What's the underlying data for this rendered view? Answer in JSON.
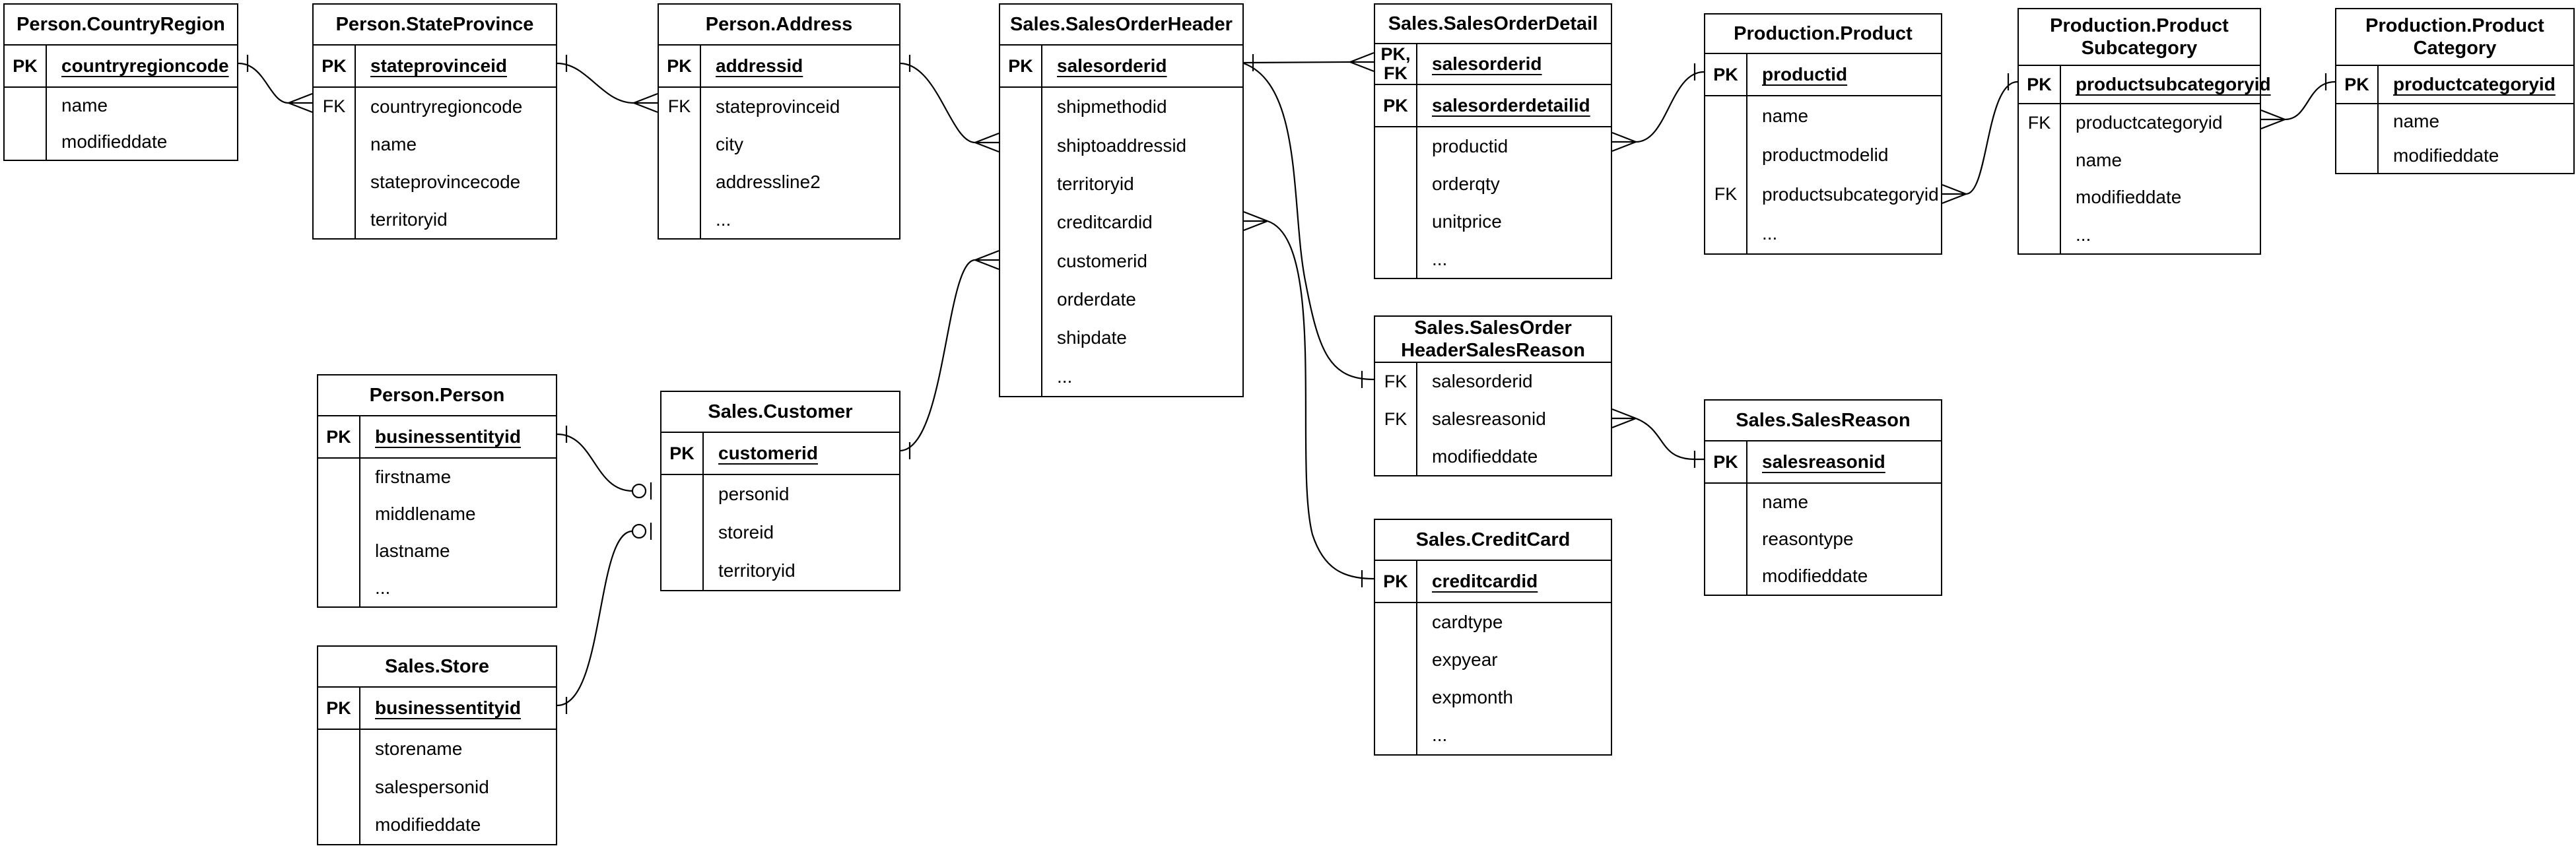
{
  "diagram": {
    "background_color": "#ffffff",
    "line_color": "#000000",
    "tables": {
      "countryregion": {
        "title": "Person.CountryRegion",
        "keys": [
          {
            "label": "PK",
            "field": "countryregioncode"
          }
        ],
        "fields": [
          {
            "label": "",
            "field": "name"
          },
          {
            "label": "",
            "field": "modifieddate"
          }
        ]
      },
      "stateprovince": {
        "title": "Person.StateProvince",
        "keys": [
          {
            "label": "PK",
            "field": "stateprovinceid"
          }
        ],
        "fields": [
          {
            "label": "FK",
            "field": "countryregioncode"
          },
          {
            "label": "",
            "field": "name"
          },
          {
            "label": "",
            "field": "stateprovincecode"
          },
          {
            "label": "",
            "field": "territoryid"
          }
        ]
      },
      "address": {
        "title": "Person.Address",
        "keys": [
          {
            "label": "PK",
            "field": "addressid"
          }
        ],
        "fields": [
          {
            "label": "FK",
            "field": "stateprovinceid"
          },
          {
            "label": "",
            "field": "city"
          },
          {
            "label": "",
            "field": "addressline2"
          },
          {
            "label": "",
            "field": "..."
          }
        ]
      },
      "salesorderheader": {
        "title": "Sales.SalesOrderHeader",
        "keys": [
          {
            "label": "PK",
            "field": "salesorderid"
          }
        ],
        "fields": [
          {
            "label": "",
            "field": "shipmethodid"
          },
          {
            "label": "",
            "field": "shiptoaddressid"
          },
          {
            "label": "",
            "field": "territoryid"
          },
          {
            "label": "",
            "field": "creditcardid"
          },
          {
            "label": "",
            "field": "customerid"
          },
          {
            "label": "",
            "field": "orderdate"
          },
          {
            "label": "",
            "field": "shipdate"
          },
          {
            "label": "",
            "field": "..."
          }
        ]
      },
      "salesorderdetail": {
        "title": "Sales.SalesOrderDetail",
        "keys": [
          {
            "label": "PK,\nFK",
            "field": "salesorderid"
          },
          {
            "label": "PK",
            "field": "salesorderdetailid"
          }
        ],
        "fields": [
          {
            "label": "",
            "field": "productid"
          },
          {
            "label": "",
            "field": "orderqty"
          },
          {
            "label": "",
            "field": "unitprice"
          },
          {
            "label": "",
            "field": "..."
          }
        ]
      },
      "product": {
        "title": "Production.Product",
        "keys": [
          {
            "label": "PK",
            "field": "productid"
          }
        ],
        "fields": [
          {
            "label": "",
            "field": "name"
          },
          {
            "label": "",
            "field": "productmodelid"
          },
          {
            "label": "FK",
            "field": "productsubcategoryid"
          },
          {
            "label": "",
            "field": "..."
          }
        ]
      },
      "productsubcategory": {
        "title": "Production.Product\nSubcategory",
        "keys": [
          {
            "label": "PK",
            "field": "productsubcategoryid"
          }
        ],
        "fields": [
          {
            "label": "FK",
            "field": "productcategoryid"
          },
          {
            "label": "",
            "field": "name"
          },
          {
            "label": "",
            "field": "modifieddate"
          },
          {
            "label": "",
            "field": "..."
          }
        ]
      },
      "productcategory": {
        "title": "Production.Product\nCategory",
        "keys": [
          {
            "label": "PK",
            "field": "productcategoryid"
          }
        ],
        "fields": [
          {
            "label": "",
            "field": "name"
          },
          {
            "label": "",
            "field": "modifieddate"
          }
        ]
      },
      "person": {
        "title": "Person.Person",
        "keys": [
          {
            "label": "PK",
            "field": "businessentityid"
          }
        ],
        "fields": [
          {
            "label": "",
            "field": "firstname"
          },
          {
            "label": "",
            "field": "middlename"
          },
          {
            "label": "",
            "field": "lastname"
          },
          {
            "label": "",
            "field": "..."
          }
        ]
      },
      "customer": {
        "title": "Sales.Customer",
        "keys": [
          {
            "label": "PK",
            "field": "customerid"
          }
        ],
        "fields": [
          {
            "label": "",
            "field": "personid"
          },
          {
            "label": "",
            "field": "storeid"
          },
          {
            "label": "",
            "field": "territoryid"
          }
        ]
      },
      "store": {
        "title": "Sales.Store",
        "keys": [
          {
            "label": "PK",
            "field": "businessentityid"
          }
        ],
        "fields": [
          {
            "label": "",
            "field": "storename"
          },
          {
            "label": "",
            "field": "salespersonid"
          },
          {
            "label": "",
            "field": "modifieddate"
          }
        ]
      },
      "salesorderheadersalesreason": {
        "title": "Sales.SalesOrder\nHeaderSalesReason",
        "keys": [],
        "fields": [
          {
            "label": "FK",
            "field": "salesorderid"
          },
          {
            "label": "FK",
            "field": "salesreasonid"
          },
          {
            "label": "",
            "field": "modifieddate"
          }
        ]
      },
      "salesreason": {
        "title": "Sales.SalesReason",
        "keys": [
          {
            "label": "PK",
            "field": "salesreasonid"
          }
        ],
        "fields": [
          {
            "label": "",
            "field": "name"
          },
          {
            "label": "",
            "field": "reasontype"
          },
          {
            "label": "",
            "field": "modifieddate"
          }
        ]
      },
      "creditcard": {
        "title": "Sales.CreditCard",
        "keys": [
          {
            "label": "PK",
            "field": "creditcardid"
          }
        ],
        "fields": [
          {
            "label": "",
            "field": "cardtype"
          },
          {
            "label": "",
            "field": "expyear"
          },
          {
            "label": "",
            "field": "expmonth"
          },
          {
            "label": "",
            "field": "..."
          }
        ]
      }
    },
    "relationships": [
      {
        "id": "countryregion-stateprovince",
        "from": "Person.CountryRegion.countryregioncode",
        "from_cardinality": "one",
        "to": "Person.StateProvince.countryregioncode",
        "to_cardinality": "many"
      },
      {
        "id": "stateprovince-address",
        "from": "Person.StateProvince.stateprovinceid",
        "from_cardinality": "one",
        "to": "Person.Address.stateprovinceid",
        "to_cardinality": "many"
      },
      {
        "id": "address-salesorderheader",
        "from": "Person.Address.addressid",
        "from_cardinality": "one",
        "to": "Sales.SalesOrderHeader.shiptoaddressid",
        "to_cardinality": "many"
      },
      {
        "id": "customer-salesorderheader",
        "from": "Sales.Customer.customerid",
        "from_cardinality": "one",
        "to": "Sales.SalesOrderHeader.customerid",
        "to_cardinality": "many"
      },
      {
        "id": "person-customer",
        "from": "Person.Person.businessentityid",
        "from_cardinality": "one",
        "to": "Sales.Customer.personid",
        "to_cardinality": "zero-or-one"
      },
      {
        "id": "store-customer",
        "from": "Sales.Store.businessentityid",
        "from_cardinality": "one",
        "to": "Sales.Customer.storeid",
        "to_cardinality": "zero-or-one"
      },
      {
        "id": "salesorderheader-salesorderdetail",
        "from": "Sales.SalesOrderHeader.salesorderid",
        "from_cardinality": "one",
        "to": "Sales.SalesOrderDetail.salesorderid",
        "to_cardinality": "many"
      },
      {
        "id": "salesorderheader-salesorderheadersalesreason",
        "from": "Sales.SalesOrderHeader.salesorderid",
        "from_cardinality": "one",
        "to": "Sales.SalesOrderHeaderSalesReason.salesorderid",
        "to_cardinality": "one"
      },
      {
        "id": "creditcard-salesorderheader",
        "from": "Sales.CreditCard.creditcardid",
        "from_cardinality": "one",
        "to": "Sales.SalesOrderHeader.creditcardid",
        "to_cardinality": "many"
      },
      {
        "id": "product-salesorderdetail",
        "from": "Production.Product.productid",
        "from_cardinality": "one",
        "to": "Sales.SalesOrderDetail.productid",
        "to_cardinality": "many"
      },
      {
        "id": "productsubcategory-product",
        "from": "Production.ProductSubcategory.productsubcategoryid",
        "from_cardinality": "one",
        "to": "Production.Product.productsubcategoryid",
        "to_cardinality": "many"
      },
      {
        "id": "productcategory-productsubcategory",
        "from": "Production.ProductCategory.productcategoryid",
        "from_cardinality": "one",
        "to": "Production.ProductSubcategory.productcategoryid",
        "to_cardinality": "many"
      },
      {
        "id": "salesreason-salesorderheadersalesreason",
        "from": "Sales.SalesReason.salesreasonid",
        "from_cardinality": "one",
        "to": "Sales.SalesOrderHeaderSalesReason.salesreasonid",
        "to_cardinality": "many"
      }
    ]
  }
}
